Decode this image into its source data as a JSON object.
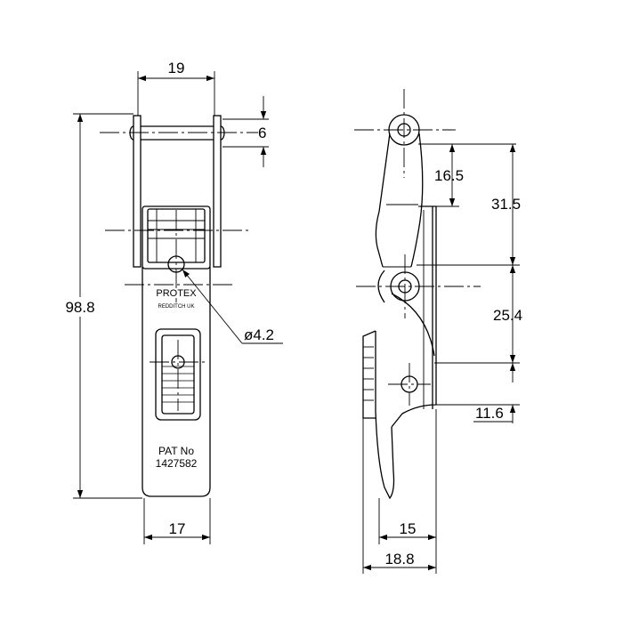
{
  "front_view": {
    "dim_top_width": "19",
    "dim_pin_height": "6",
    "dim_total_height": "98.8",
    "dim_hole_diameter": "ø4.2",
    "dim_bottom_width": "17",
    "brand": "PROTEX",
    "brand_sub": "REDDITCH UK",
    "patent_label": "PAT No",
    "patent_number": "1427582"
  },
  "side_view": {
    "dim_16_5": "16.5",
    "dim_31_5": "31.5",
    "dim_25_4": "25.4",
    "dim_11_6": "11.6",
    "dim_base_15": "15",
    "dim_base_18_8": "18.8"
  }
}
